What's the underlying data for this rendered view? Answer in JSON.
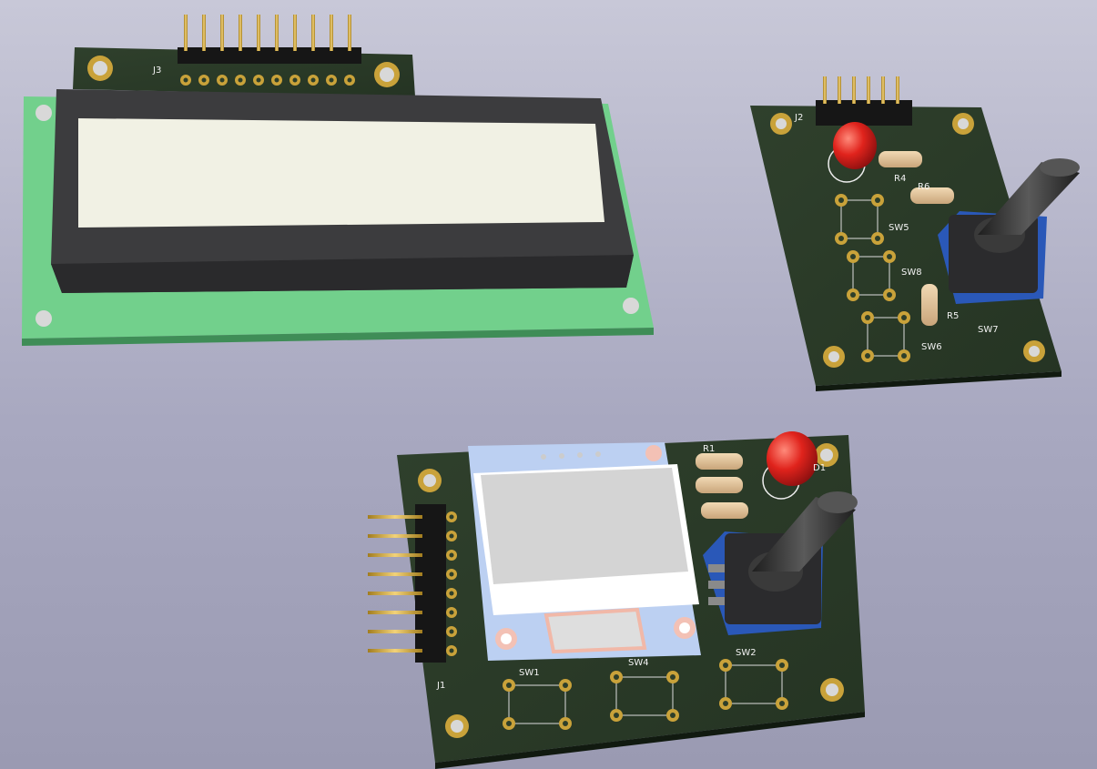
{
  "board_lcd": {
    "header_label": "J3"
  },
  "board_encoder": {
    "header_label": "J2",
    "resistor_r4": "R4",
    "resistor_r6": "R6",
    "resistor_r5": "R5",
    "switch_sw5": "SW5",
    "switch_sw8": "SW8",
    "switch_sw6": "SW6",
    "switch_sw7": "SW7"
  },
  "board_oled": {
    "header_label": "J1",
    "resistor_r1": "R1",
    "led_d1": "D1",
    "switch_sw1": "SW1",
    "switch_sw4": "SW4",
    "switch_sw2": "SW2"
  },
  "colors": {
    "pcb_dark": "#2e3f2a",
    "pcb_lcd": "#6fcf8a",
    "lcd_bezel": "#3c3c3e",
    "lcd_screen": "#f1f1e4",
    "pad_gold": "#c9a23a",
    "led_red": "#e0231c",
    "oled_blue": "#bcd0f2"
  }
}
